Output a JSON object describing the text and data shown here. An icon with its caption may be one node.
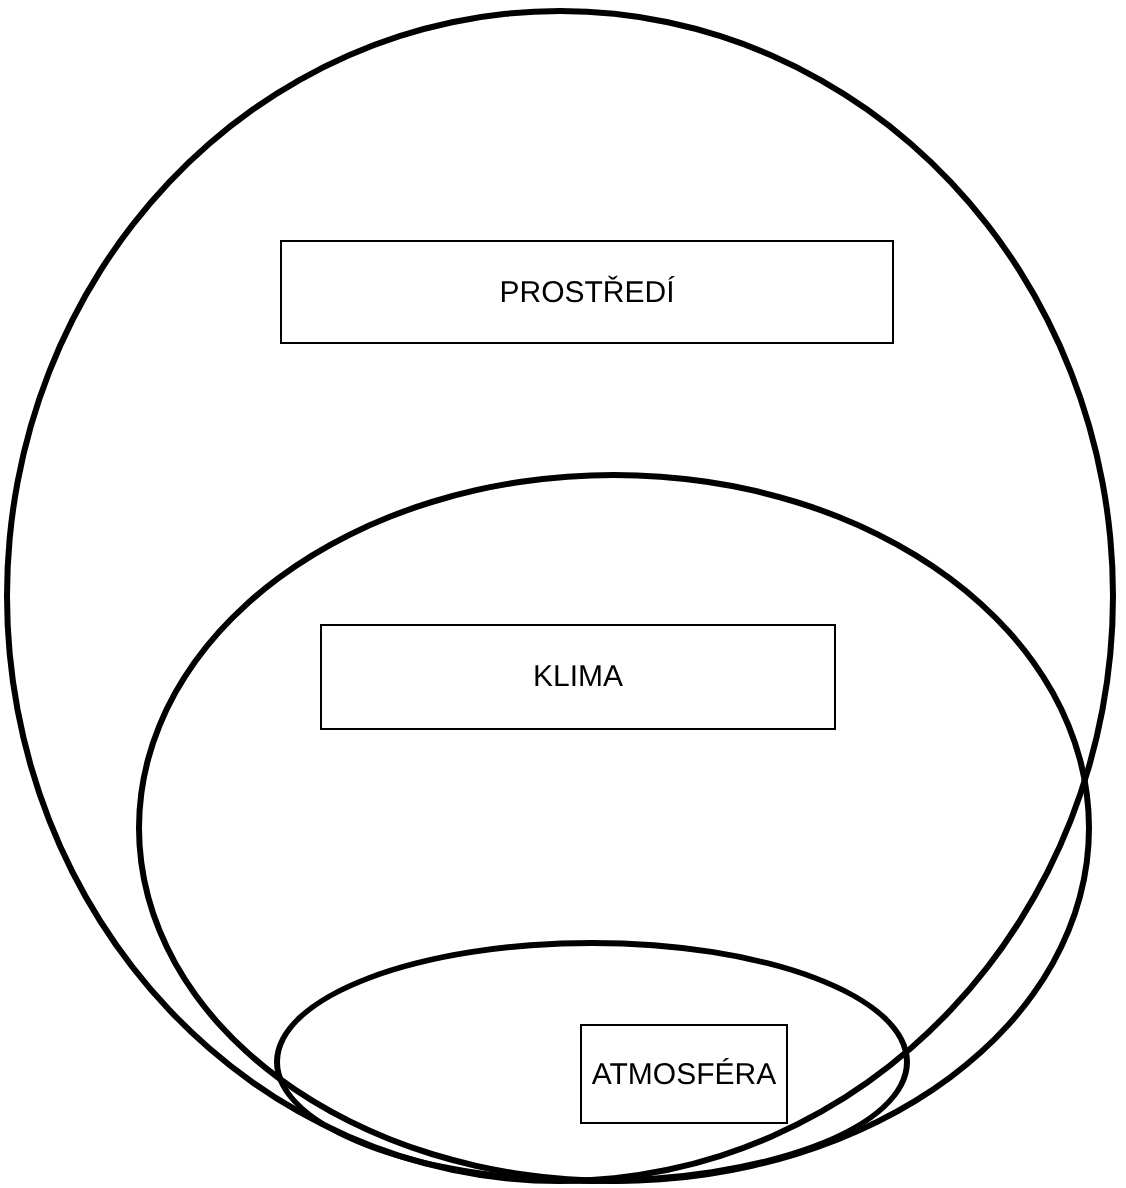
{
  "diagram": {
    "nodes": [
      {
        "text": [],
        "shape": "ellipse"
      },
      {
        "text": [
          "PROSTŘEDÍ"
        ],
        "in": 0
      },
      {
        "text": [],
        "shape": "ellipse",
        "in": 0
      },
      {
        "text": [
          "KLIMA"
        ],
        "in": 2
      },
      {
        "text": [],
        "shape": "ellipse",
        "in": 2
      },
      {
        "text": [
          "ATMOSFÉRA"
        ],
        "in": 4
      }
    ]
  }
}
